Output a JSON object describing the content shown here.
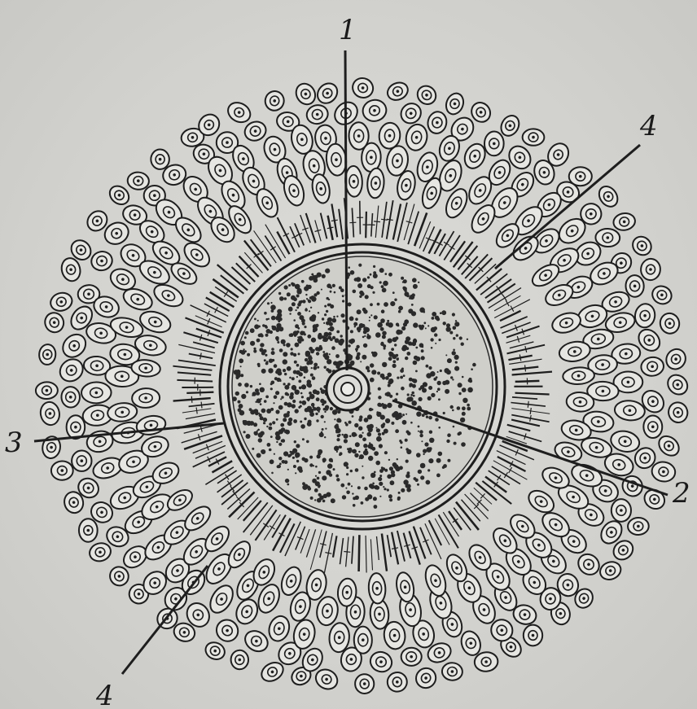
{
  "labels": {
    "label_1": "1",
    "label_2": "2",
    "label_3": "3",
    "label_4_top": "4",
    "label_4_bottom": "4"
  },
  "colors": {
    "background": "#d4d4d0",
    "ink": "#1e1e1e",
    "cell_fill": "#e6e6e2",
    "granules": "#2a2a2a"
  }
}
